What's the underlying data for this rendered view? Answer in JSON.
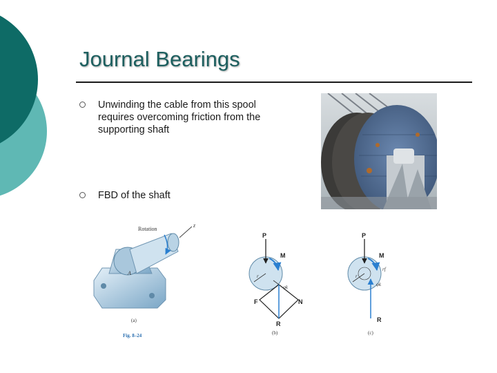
{
  "slide": {
    "title": "Journal Bearings",
    "accent_dark": "#0e6b66",
    "accent_light": "#5fb8b4"
  },
  "bullets": [
    {
      "text": "Unwinding the cable from this spool requires overcoming friction from the supporting shaft"
    },
    {
      "text": "FBD of the shaft"
    }
  ],
  "figure": {
    "panel_a": {
      "label_rotation": "Rotation",
      "label_z": "z",
      "label_A": "A",
      "caption": "(a)"
    },
    "fig_number": "Fig. 8–24",
    "panel_b": {
      "P": "P",
      "M": "M",
      "r": "r",
      "phi_k": "φk",
      "F": "F",
      "N": "N",
      "R": "R",
      "caption": "(b)"
    },
    "panel_c": {
      "P": "P",
      "M": "M",
      "r": "r",
      "r_f": "rf",
      "phi_k": "φk",
      "R": "R",
      "caption": "(c)"
    }
  }
}
